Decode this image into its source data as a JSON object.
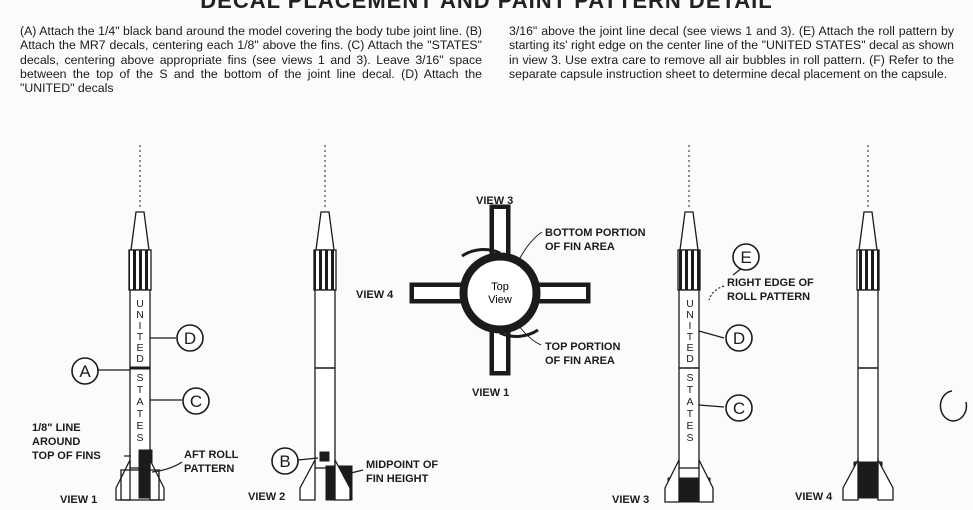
{
  "page": {
    "title": "DECAL PLACEMENT AND PAINT PATTERN DETAIL"
  },
  "instructions": {
    "left": "(A) Attach the 1/4\" black band around the model covering the body tube joint line. (B) Attach the MR7 decals, centering each 1/8\" above the fins. (C) Attach the \"STATES\" decals, centering above appropriate fins (see views 1 and 3). Leave 3/16\" space between the top of the S and the bottom of the joint line decal. (D) Attach the \"UNITED\" decals",
    "right": "3/16\" above the joint line decal (see views 1 and 3). (E) Attach the roll pattern by starting its' right edge on the center line of the \"UNITED STATES\" decal as shown in view 3. Use extra care to remove all air bubbles in roll pattern. (F) Refer to the separate capsule instruction sheet to determine decal placement on the capsule."
  },
  "decal_text": {
    "united": [
      "U",
      "N",
      "I",
      "T",
      "E",
      "D"
    ],
    "states": [
      "S",
      "T",
      "A",
      "T",
      "E",
      "S"
    ]
  },
  "callouts": {
    "a": "A",
    "b": "B",
    "c": "C",
    "d": "D",
    "e": "E"
  },
  "labels": {
    "view1": "VIEW 1",
    "view2": "VIEW 2",
    "view3": "VIEW 3",
    "view4": "VIEW 4",
    "fin_line": [
      "1/8\" LINE",
      "AROUND",
      "TOP OF FINS"
    ],
    "aft_roll": [
      "AFT ROLL",
      "PATTERN"
    ],
    "midpoint": [
      "MIDPOINT OF",
      "FIN HEIGHT"
    ],
    "right_edge": [
      "RIGHT EDGE OF",
      "ROLL PATTERN"
    ],
    "bottom_portion": [
      "BOTTOM PORTION",
      "OF FIN AREA"
    ],
    "top_portion": [
      "TOP PORTION",
      "OF FIN AREA"
    ],
    "top_view": [
      "Top",
      "View"
    ]
  },
  "colors": {
    "ink": "#1b1b1b",
    "paper": "#fbfbf9",
    "body_fill": "#ffffff"
  }
}
